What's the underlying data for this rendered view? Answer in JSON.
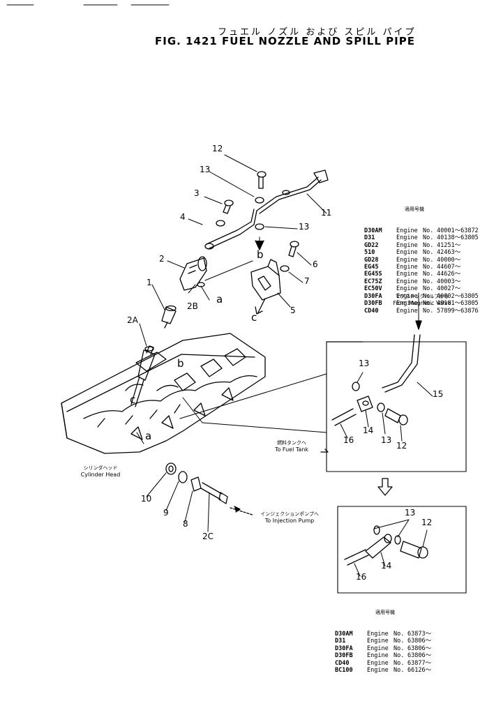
{
  "title_jp": "フュエル ノズル および スピル パイプ",
  "title": "FIG. 1421   FUEL NOZZLE AND SPILL PIPE",
  "callouts": {
    "p1": "1",
    "p2": "2",
    "p2A": "2A",
    "p2B": "2B",
    "p2C": "2C",
    "p3": "3",
    "p4": "4",
    "p5": "5",
    "p6": "6",
    "p7": "7",
    "p8": "8",
    "p9": "9",
    "p10": "10",
    "p11": "11",
    "p12a": "12",
    "p13a": "13",
    "p13b": "13",
    "p13c": "13",
    "p13d": "13",
    "p12b": "12",
    "p14a": "14",
    "p15": "15",
    "p16a": "16",
    "p13e": "13",
    "p12c": "12",
    "p14b": "14",
    "p16b": "16",
    "ra": "a",
    "rb": "b",
    "rc": "c",
    "ra2": "a",
    "rb2": "b",
    "rc2": "c"
  },
  "labels": {
    "magnetic_jp": "マグネチックバルブから",
    "magnetic_en": "From Magnetic Valve",
    "fuel_tank_jp": "燃料タンクへ",
    "fuel_tank_en": "To Fuel Tank",
    "cyl_head_jp": "シリンダヘッド",
    "cyl_head_en": "Cylinder Head",
    "inj_pump_jp": "インジェクションポンプへ",
    "inj_pump_en": "To Injection Pump"
  },
  "serial_table_1": {
    "header": "適用号機",
    "rows": [
      [
        "D30AM",
        "Engine",
        "No.",
        "40001～63872"
      ],
      [
        "D31",
        "Engine",
        "No.",
        "40138～63805"
      ],
      [
        "GD22",
        "Engine",
        "No.",
        "41251～"
      ],
      [
        "510",
        "Engine",
        "No.",
        "42463～"
      ],
      [
        "GD28",
        "Engine",
        "No.",
        "40000～"
      ],
      [
        "EG45",
        "Engine",
        "No.",
        "44607～"
      ],
      [
        "EG45S",
        "Engine",
        "No.",
        "44626～"
      ],
      [
        "EC75Z",
        "Engine",
        "No.",
        "40003～"
      ],
      [
        "EC50V",
        "Engine",
        "No.",
        "40027～"
      ],
      [
        "D30FA",
        "Engine",
        "No.",
        "40002～63805"
      ],
      [
        "D30FB",
        "Engine",
        "No.",
        "49181～63805"
      ],
      [
        "CD40",
        "Engine",
        "No.",
        "57899～63876"
      ]
    ]
  },
  "serial_table_2": {
    "header": "適用号機",
    "rows": [
      [
        "D30AM",
        "Engine",
        "No.",
        "63873～"
      ],
      [
        "D31",
        "Engine",
        "No.",
        "63806～"
      ],
      [
        "D30FA",
        "Engine",
        "No.",
        "63806～"
      ],
      [
        "D30FB",
        "Engine",
        "No.",
        "63806～"
      ],
      [
        "CD40",
        "Engine",
        "No.",
        "63877～"
      ],
      [
        "BC100",
        "Engine",
        "No.",
        "66126～"
      ]
    ]
  }
}
